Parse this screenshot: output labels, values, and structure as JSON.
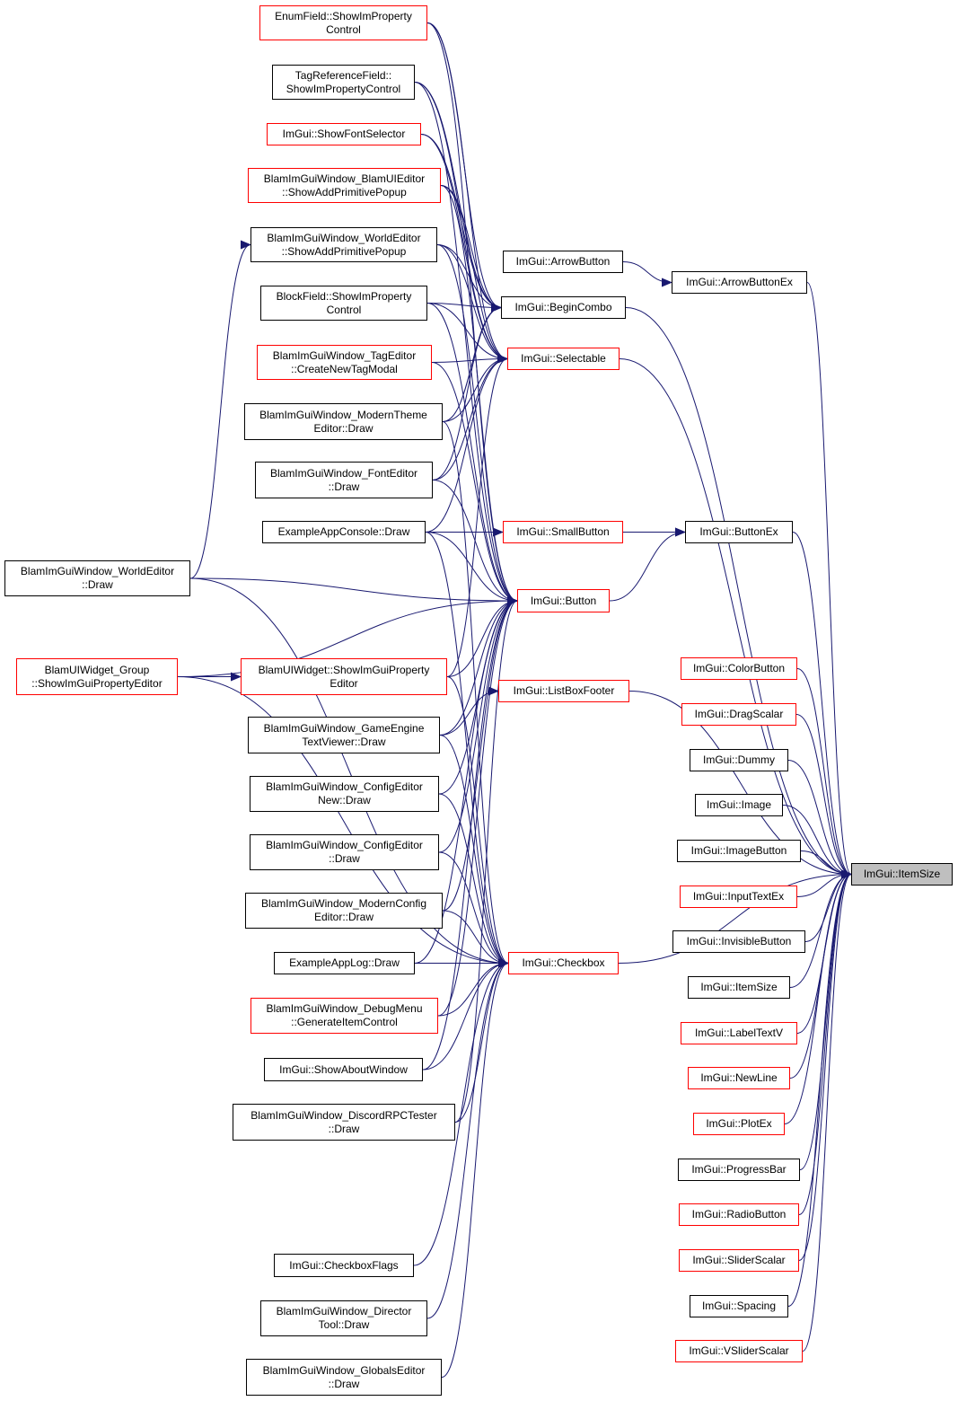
{
  "colors": {
    "edge": "#191970",
    "border_default": "#000000",
    "border_incomplete": "#ff0000",
    "focus_fill": "#bfbfbf",
    "background": "#ffffff"
  },
  "nodes": {
    "itemsize_target": {
      "label": "ImGui::ItemSize",
      "border": "black",
      "focus": true
    },
    "enum_field": {
      "label": "EnumField::ShowImProperty\nControl",
      "border": "red"
    },
    "tag_ref_field": {
      "label": "TagReferenceField::\nShowImPropertyControl",
      "border": "black"
    },
    "show_font_selector": {
      "label": "ImGui::ShowFontSelector",
      "border": "red"
    },
    "blamui_editor_add_prim": {
      "label": "BlamImGuiWindow_BlamUIEditor\n::ShowAddPrimitivePopup",
      "border": "red"
    },
    "world_editor_add_prim": {
      "label": "BlamImGuiWindow_WorldEditor\n::ShowAddPrimitivePopup",
      "border": "black"
    },
    "block_field": {
      "label": "BlockField::ShowImProperty\nControl",
      "border": "black"
    },
    "tag_editor_modal": {
      "label": "BlamImGuiWindow_TagEditor\n::CreateNewTagModal",
      "border": "red"
    },
    "modern_theme_draw": {
      "label": "BlamImGuiWindow_ModernTheme\nEditor::Draw",
      "border": "black"
    },
    "font_editor_draw": {
      "label": "BlamImGuiWindow_FontEditor\n::Draw",
      "border": "black"
    },
    "example_console_draw": {
      "label": "ExampleAppConsole::Draw",
      "border": "black"
    },
    "world_editor_draw": {
      "label": "BlamImGuiWindow_WorldEditor\n::Draw",
      "border": "black"
    },
    "ui_widget_group": {
      "label": "BlamUIWidget_Group\n::ShowImGuiPropertyEditor",
      "border": "red"
    },
    "ui_widget_prop": {
      "label": "BlamUIWidget::ShowImGuiProperty\nEditor",
      "border": "red"
    },
    "game_engine_text": {
      "label": "BlamImGuiWindow_GameEngine\nTextViewer::Draw",
      "border": "black"
    },
    "config_editor_new": {
      "label": "BlamImGuiWindow_ConfigEditor\nNew::Draw",
      "border": "black"
    },
    "config_editor": {
      "label": "BlamImGuiWindow_ConfigEditor\n::Draw",
      "border": "black"
    },
    "modern_config": {
      "label": "BlamImGuiWindow_ModernConfig\nEditor::Draw",
      "border": "black"
    },
    "example_log": {
      "label": "ExampleAppLog::Draw",
      "border": "black"
    },
    "debug_menu": {
      "label": "BlamImGuiWindow_DebugMenu\n::GenerateItemControl",
      "border": "red"
    },
    "show_about": {
      "label": "ImGui::ShowAboutWindow",
      "border": "black"
    },
    "discord_rpc": {
      "label": "BlamImGuiWindow_DiscordRPCTester\n::Draw",
      "border": "black"
    },
    "checkbox_flags": {
      "label": "ImGui::CheckboxFlags",
      "border": "black"
    },
    "director_tool": {
      "label": "BlamImGuiWindow_Director\nTool::Draw",
      "border": "black"
    },
    "globals_editor": {
      "label": "BlamImGuiWindow_GlobalsEditor\n::Draw",
      "border": "black"
    },
    "arrow_button": {
      "label": "ImGui::ArrowButton",
      "border": "black"
    },
    "begin_combo": {
      "label": "ImGui::BeginCombo",
      "border": "black"
    },
    "selectable": {
      "label": "ImGui::Selectable",
      "border": "red"
    },
    "small_button": {
      "label": "ImGui::SmallButton",
      "border": "red"
    },
    "button": {
      "label": "ImGui::Button",
      "border": "red"
    },
    "list_box_footer": {
      "label": "ImGui::ListBoxFooter",
      "border": "red"
    },
    "checkbox": {
      "label": "ImGui::Checkbox",
      "border": "red"
    },
    "arrow_button_ex": {
      "label": "ImGui::ArrowButtonEx",
      "border": "black"
    },
    "button_ex": {
      "label": "ImGui::ButtonEx",
      "border": "black"
    },
    "color_button": {
      "label": "ImGui::ColorButton",
      "border": "red"
    },
    "drag_scalar": {
      "label": "ImGui::DragScalar",
      "border": "red"
    },
    "dummy": {
      "label": "ImGui::Dummy",
      "border": "black"
    },
    "image": {
      "label": "ImGui::Image",
      "border": "black"
    },
    "image_button": {
      "label": "ImGui::ImageButton",
      "border": "black"
    },
    "input_text_ex": {
      "label": "ImGui::InputTextEx",
      "border": "red"
    },
    "invisible_button": {
      "label": "ImGui::InvisibleButton",
      "border": "black"
    },
    "itemsize_overload": {
      "label": "ImGui::ItemSize",
      "border": "black"
    },
    "label_text_v": {
      "label": "ImGui::LabelTextV",
      "border": "red"
    },
    "new_line": {
      "label": "ImGui::NewLine",
      "border": "red"
    },
    "plot_ex": {
      "label": "ImGui::PlotEx",
      "border": "red"
    },
    "progress_bar": {
      "label": "ImGui::ProgressBar",
      "border": "black"
    },
    "radio_button": {
      "label": "ImGui::RadioButton",
      "border": "red"
    },
    "slider_scalar": {
      "label": "ImGui::SliderScalar",
      "border": "red"
    },
    "spacing": {
      "label": "ImGui::Spacing",
      "border": "black"
    },
    "vslider_scalar": {
      "label": "ImGui::VSliderScalar",
      "border": "red"
    }
  },
  "edges": [
    [
      "enum_field",
      "begin_combo"
    ],
    [
      "enum_field",
      "selectable"
    ],
    [
      "enum_field",
      "button"
    ],
    [
      "tag_ref_field",
      "begin_combo"
    ],
    [
      "tag_ref_field",
      "selectable"
    ],
    [
      "tag_ref_field",
      "button"
    ],
    [
      "show_font_selector",
      "begin_combo"
    ],
    [
      "show_font_selector",
      "selectable"
    ],
    [
      "blamui_editor_add_prim",
      "begin_combo"
    ],
    [
      "blamui_editor_add_prim",
      "selectable"
    ],
    [
      "blamui_editor_add_prim",
      "button"
    ],
    [
      "world_editor_add_prim",
      "begin_combo"
    ],
    [
      "world_editor_add_prim",
      "selectable"
    ],
    [
      "world_editor_add_prim",
      "button"
    ],
    [
      "block_field",
      "begin_combo"
    ],
    [
      "block_field",
      "selectable"
    ],
    [
      "block_field",
      "button"
    ],
    [
      "tag_editor_modal",
      "selectable"
    ],
    [
      "tag_editor_modal",
      "button"
    ],
    [
      "modern_theme_draw",
      "selectable"
    ],
    [
      "modern_theme_draw",
      "begin_combo"
    ],
    [
      "modern_theme_draw",
      "checkbox"
    ],
    [
      "font_editor_draw",
      "begin_combo"
    ],
    [
      "font_editor_draw",
      "selectable"
    ],
    [
      "font_editor_draw",
      "button"
    ],
    [
      "example_console_draw",
      "small_button"
    ],
    [
      "example_console_draw",
      "button"
    ],
    [
      "example_console_draw",
      "selectable"
    ],
    [
      "example_console_draw",
      "checkbox"
    ],
    [
      "world_editor_draw",
      "world_editor_add_prim"
    ],
    [
      "world_editor_draw",
      "button"
    ],
    [
      "world_editor_draw",
      "checkbox"
    ],
    [
      "ui_widget_group",
      "ui_widget_prop"
    ],
    [
      "ui_widget_group",
      "button"
    ],
    [
      "ui_widget_group",
      "checkbox"
    ],
    [
      "ui_widget_prop",
      "button"
    ],
    [
      "ui_widget_prop",
      "selectable"
    ],
    [
      "ui_widget_prop",
      "checkbox"
    ],
    [
      "game_engine_text",
      "list_box_footer"
    ],
    [
      "game_engine_text",
      "button"
    ],
    [
      "game_engine_text",
      "checkbox"
    ],
    [
      "config_editor_new",
      "button"
    ],
    [
      "config_editor_new",
      "checkbox"
    ],
    [
      "config_editor",
      "button"
    ],
    [
      "config_editor",
      "checkbox"
    ],
    [
      "modern_config",
      "button"
    ],
    [
      "modern_config",
      "checkbox"
    ],
    [
      "example_log",
      "checkbox"
    ],
    [
      "example_log",
      "button"
    ],
    [
      "debug_menu",
      "checkbox"
    ],
    [
      "debug_menu",
      "button"
    ],
    [
      "show_about",
      "checkbox"
    ],
    [
      "show_about",
      "button"
    ],
    [
      "discord_rpc",
      "checkbox"
    ],
    [
      "discord_rpc",
      "button"
    ],
    [
      "checkbox_flags",
      "checkbox"
    ],
    [
      "director_tool",
      "checkbox"
    ],
    [
      "globals_editor",
      "checkbox"
    ],
    [
      "arrow_button",
      "arrow_button_ex"
    ],
    [
      "small_button",
      "button_ex"
    ],
    [
      "button",
      "button_ex"
    ],
    [
      "arrow_button_ex",
      "itemsize_target"
    ],
    [
      "begin_combo",
      "itemsize_target"
    ],
    [
      "selectable",
      "itemsize_target"
    ],
    [
      "button_ex",
      "itemsize_target"
    ],
    [
      "list_box_footer",
      "itemsize_target"
    ],
    [
      "checkbox",
      "itemsize_target"
    ],
    [
      "color_button",
      "itemsize_target"
    ],
    [
      "drag_scalar",
      "itemsize_target"
    ],
    [
      "dummy",
      "itemsize_target"
    ],
    [
      "image",
      "itemsize_target"
    ],
    [
      "image_button",
      "itemsize_target"
    ],
    [
      "input_text_ex",
      "itemsize_target"
    ],
    [
      "invisible_button",
      "itemsize_target"
    ],
    [
      "itemsize_overload",
      "itemsize_target"
    ],
    [
      "label_text_v",
      "itemsize_target"
    ],
    [
      "new_line",
      "itemsize_target"
    ],
    [
      "plot_ex",
      "itemsize_target"
    ],
    [
      "progress_bar",
      "itemsize_target"
    ],
    [
      "radio_button",
      "itemsize_target"
    ],
    [
      "slider_scalar",
      "itemsize_target"
    ],
    [
      "spacing",
      "itemsize_target"
    ],
    [
      "vslider_scalar",
      "itemsize_target"
    ]
  ]
}
